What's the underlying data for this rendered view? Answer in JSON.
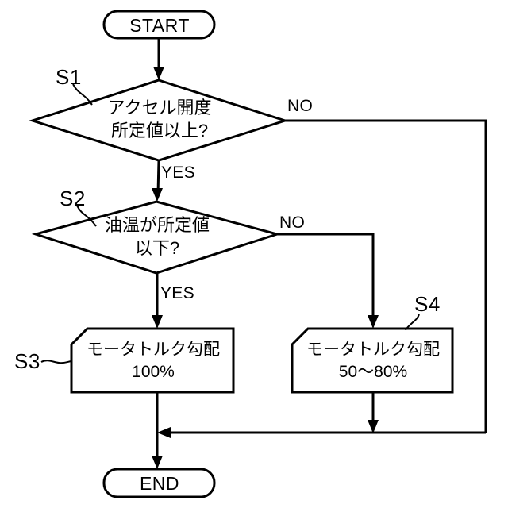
{
  "diagram": {
    "type": "flowchart",
    "title": "",
    "language": "ja",
    "background_color": "#ffffff",
    "line_color": "#000000"
  },
  "nodes": {
    "start": {
      "id": "start",
      "shape": "terminator",
      "label": "START"
    },
    "end": {
      "id": "end",
      "shape": "terminator",
      "label": "END"
    },
    "s1": {
      "id": "S1",
      "step_label": "S1",
      "shape": "decision",
      "line1": "アクセル開度",
      "line2": "所定値以上?"
    },
    "s2": {
      "id": "S2",
      "step_label": "S2",
      "shape": "decision",
      "line1": "油温が所定値",
      "line2": "以下?"
    },
    "s3": {
      "id": "S3",
      "step_label": "S3",
      "shape": "process-clipped-corner",
      "line1": "モータトルク勾配",
      "line2": "100%"
    },
    "s4": {
      "id": "S4",
      "step_label": "S4",
      "shape": "process-clipped-corner",
      "line1": "モータトルク勾配",
      "line2": "50〜80%"
    }
  },
  "branches": {
    "s1_no": "NO",
    "s1_yes": "YES",
    "s2_no": "NO",
    "s2_yes": "YES"
  },
  "edges": [
    {
      "from": "start",
      "to": "S1",
      "label": ""
    },
    {
      "from": "S1",
      "to": "S2",
      "label": "YES"
    },
    {
      "from": "S1",
      "to": "merge",
      "label": "NO"
    },
    {
      "from": "S2",
      "to": "S3",
      "label": "YES"
    },
    {
      "from": "S2",
      "to": "S4",
      "label": "NO"
    },
    {
      "from": "S3",
      "to": "END",
      "label": ""
    },
    {
      "from": "S4",
      "to": "merge",
      "label": ""
    },
    {
      "from": "merge",
      "to": "END",
      "label": ""
    }
  ]
}
